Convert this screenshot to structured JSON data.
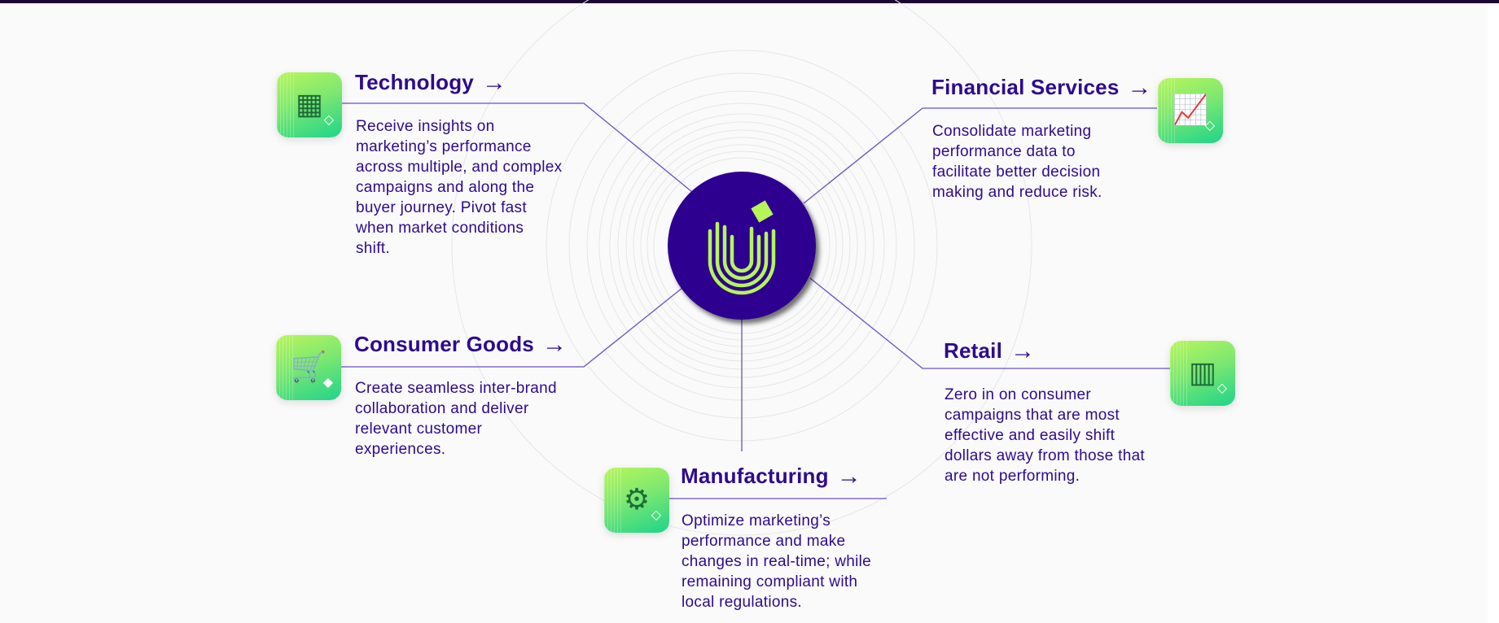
{
  "colors": {
    "accent": "#2e008f",
    "lime": "#b5f55a",
    "line": "#6a4fc9"
  },
  "hub": {
    "logo": "U logo"
  },
  "industries": {
    "technology": {
      "title": "Technology",
      "arrow": "→",
      "icon": "cpu-chip-icon",
      "lines": [
        "Receive insights on",
        "marketing’s performance",
        "across multiple, and complex",
        "campaigns and along the",
        "buyer journey. Pivot fast",
        "when market conditions",
        "shift."
      ]
    },
    "financial": {
      "title": "Financial Services",
      "arrow": "→",
      "icon": "analyst-chart-icon",
      "lines": [
        "Consolidate marketing",
        "performance data to",
        "facilitate better decision",
        "making and reduce risk."
      ]
    },
    "consumer": {
      "title": "Consumer Goods",
      "arrow": "→",
      "icon": "shopping-cart-icon",
      "lines": [
        "Create seamless inter-brand",
        "collaboration and deliver",
        "relevant customer",
        "experiences."
      ]
    },
    "retail": {
      "title": "Retail",
      "arrow": "→",
      "icon": "pos-terminal-icon",
      "lines": [
        "Zero in on consumer",
        "campaigns that are most",
        "effective and easily shift",
        "dollars away from those that",
        "are not performing."
      ]
    },
    "manufacturing": {
      "title": "Manufacturing",
      "arrow": "→",
      "icon": "robot-arm-icon",
      "lines": [
        "Optimize marketing’s",
        "performance and make",
        "changes in real-time; while",
        "remaining compliant with",
        "local regulations."
      ]
    }
  }
}
